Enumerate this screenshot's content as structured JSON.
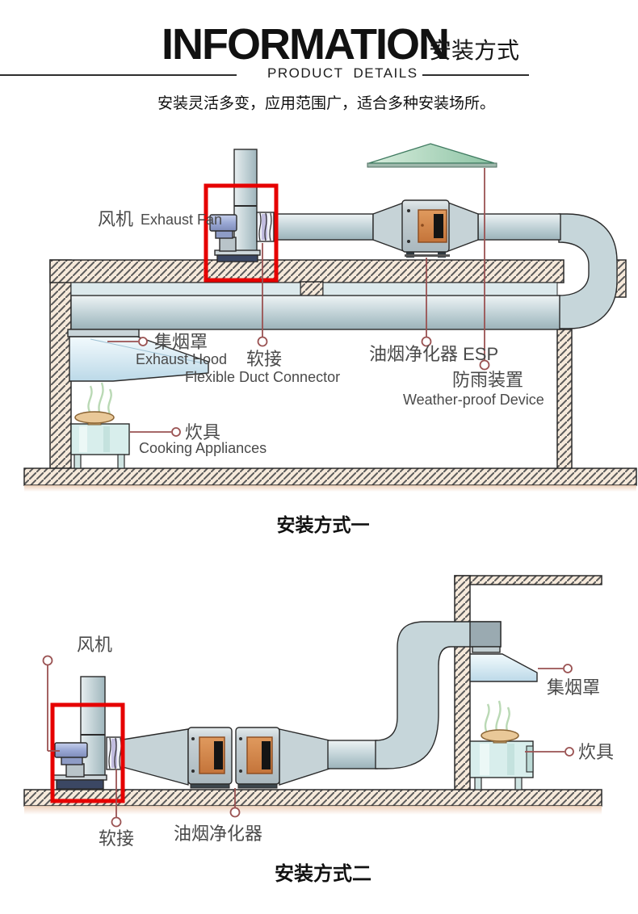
{
  "header": {
    "title": "INFORMATION",
    "title_cn": "安装方式",
    "product_details": "PRODUCT DETAILS",
    "tagline": "安装灵活多变，应用范围广，适合多种安装场所。"
  },
  "diagram1": {
    "caption": "安装方式一",
    "labels": {
      "fan_cn": "风机",
      "fan_en": "Exhaust Fan",
      "hood_cn": "集烟罩",
      "hood_en": "Exhaust Hood",
      "flex_cn": "软接",
      "flex_en": "Flexible Duct Connector",
      "esp_label": "油烟净化器 ESP",
      "weather_cn": "防雨装置",
      "weather_en": "Weather-proof Device",
      "cook_cn": "炊具",
      "cook_en": "Cooking Appliances"
    }
  },
  "diagram2": {
    "caption": "安装方式二",
    "labels": {
      "fan_cn": "风机",
      "flex_cn": "软接",
      "esp_cn": "油烟净化器",
      "hood_cn": "集烟罩",
      "cook_cn": "炊具"
    }
  },
  "colors": {
    "highlight_red": "#e60000",
    "leader_line": "#9a5252",
    "duct_gray_blue": "#c6d6da",
    "esp_orange": "#cc7f45",
    "canopy_green": "#8cc3a4",
    "wall_hatch_bg": "#f6e9da",
    "label_text": "#4a4a4a"
  }
}
